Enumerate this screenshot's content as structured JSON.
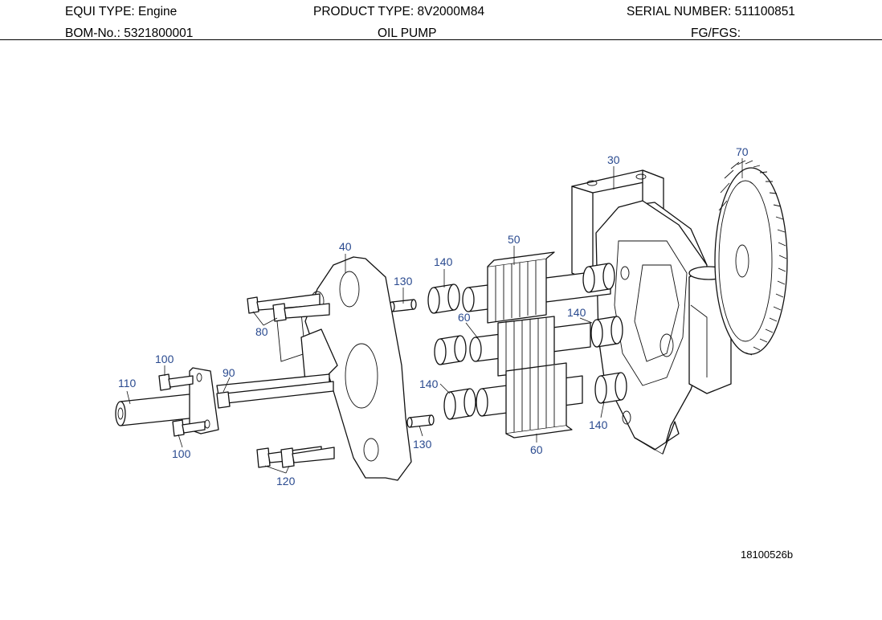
{
  "header": {
    "equi_type": "EQUI TYPE:  Engine",
    "product_type": "PRODUCT TYPE:  8V2000M84",
    "serial_number": "SERIAL NUMBER:  511100851",
    "bom_no": "BOM-No.:  5321800001",
    "title": "OIL PUMP",
    "fg_fgs": "FG/FGS:"
  },
  "callouts": {
    "c30": "30",
    "c70": "70",
    "c40": "40",
    "c50": "50",
    "c140a": "140",
    "c130a": "130",
    "c60a": "60",
    "c140b": "140",
    "c80": "80",
    "c100a": "100",
    "c90": "90",
    "c110": "110",
    "c140c": "140",
    "c140d": "140",
    "c100b": "100",
    "c130b": "130",
    "c60b": "60",
    "c120": "120"
  },
  "drawing_number": "18100526b"
}
